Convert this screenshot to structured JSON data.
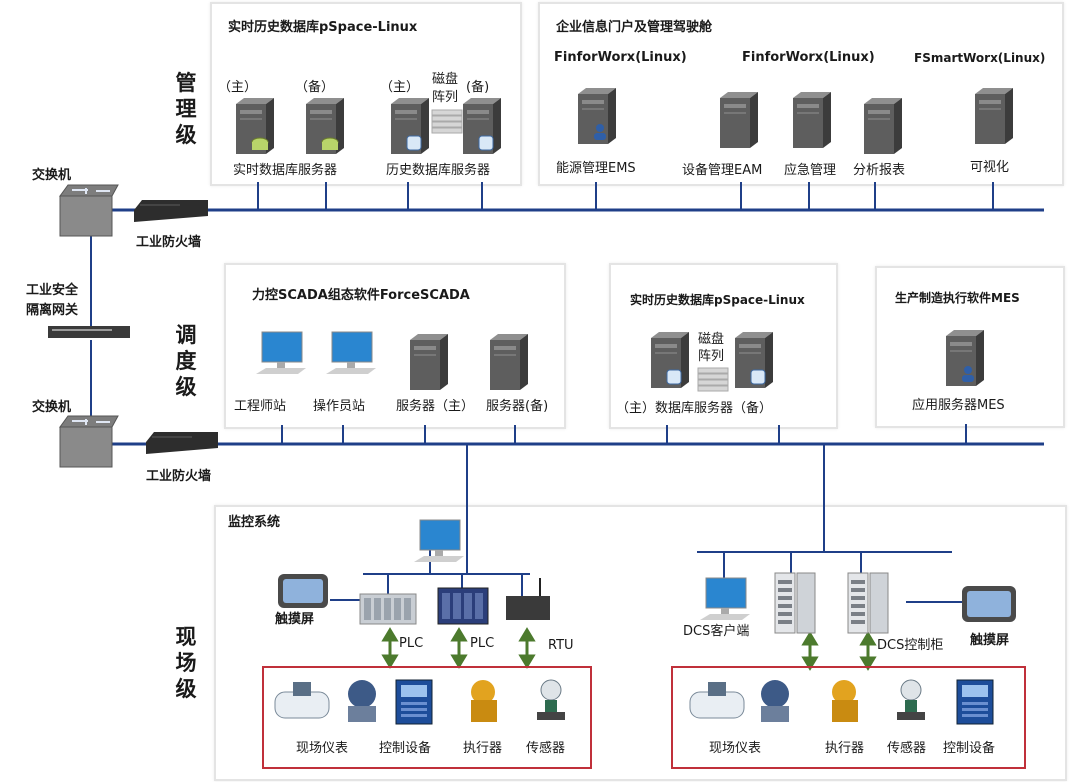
{
  "levels": {
    "management": [
      "管",
      "理",
      "级"
    ],
    "dispatch": [
      "调",
      "度",
      "级"
    ],
    "field": [
      "现",
      "场",
      "级"
    ]
  },
  "left_column": {
    "switch_top": "交换机",
    "firewall_top": "工业防火墙",
    "gateway": [
      "工业安全",
      "隔离网关"
    ],
    "switch_mid": "交换机",
    "firewall_mid": "工业防火墙"
  },
  "mgmt_db": {
    "title": "实时历史数据库pSpace-Linux",
    "primary": "（主）",
    "backup": "（备）",
    "primary2": "（主）",
    "disk_array": [
      "磁盘",
      "阵列"
    ],
    "backup2": "(备)",
    "rt_servers": "实时数据库服务器",
    "hist_servers": "历史数据库服务器"
  },
  "portal": {
    "title": "企业信息门户及管理驾驶舱",
    "ff1": "FinforWorx(Linux)",
    "ff2": "FinforWorx(Linux)",
    "fs": "FSmartWorx(Linux)",
    "ems": "能源管理EMS",
    "eam": "设备管理EAM",
    "emergency": "应急管理",
    "report": "分析报表",
    "visual": "可视化"
  },
  "scada": {
    "title": "力控SCADA组态软件ForceSCADA",
    "eng": "工程师站",
    "op": "操作员站",
    "srv_main": "服务器（主）",
    "srv_backup": "服务器(备)"
  },
  "pspace2": {
    "title": "实时历史数据库pSpace-Linux",
    "disk_array": [
      "磁盘",
      "阵列"
    ],
    "caption": "（主）数据库服务器（备）"
  },
  "mes": {
    "title": "生产制造执行软件MES",
    "caption": "应用服务器MES"
  },
  "monitor": {
    "title": "监控系统",
    "touch": "触摸屏",
    "plc1": "PLC",
    "plc2": "PLC",
    "rtu": "RTU"
  },
  "field_left": {
    "meter": "现场仪表",
    "ctrl": "控制设备",
    "actuator": "执行器",
    "sensor": "传感器"
  },
  "dcs": {
    "client": "DCS客户端",
    "cabinet": "DCS控制柜",
    "touch": "触摸屏"
  },
  "field_right": {
    "meter": "现场仪表",
    "actuator": "执行器",
    "sensor": "传感器",
    "ctrl": "控制设备"
  },
  "colors": {
    "bus": "#1f3f88",
    "field_box": "#c0303a",
    "arrow": "#4c7a2d",
    "server": "#5a5a5a"
  }
}
